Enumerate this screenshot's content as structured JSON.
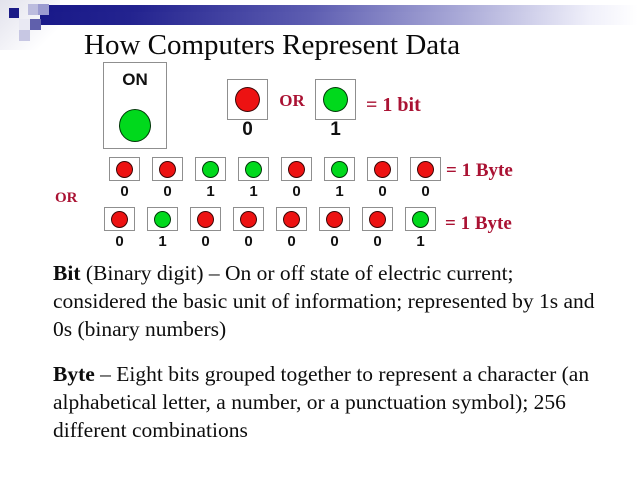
{
  "slide": {
    "title": "How Computers Represent Data"
  },
  "bit_demo": {
    "on_box_label": "ON",
    "or_label": "OR",
    "equals_label": "= 1 bit",
    "options": [
      {
        "value": "0",
        "state": "off"
      },
      {
        "value": "1",
        "state": "on"
      }
    ]
  },
  "byte_section": {
    "or_label": "OR",
    "rows": [
      {
        "bits": [
          "0",
          "0",
          "1",
          "1",
          "0",
          "1",
          "0",
          "0"
        ],
        "equals_label": "= 1 Byte"
      },
      {
        "bits": [
          "0",
          "1",
          "0",
          "0",
          "0",
          "0",
          "0",
          "1"
        ],
        "equals_label": "= 1 Byte"
      }
    ]
  },
  "definitions": [
    {
      "term": "Bit",
      "lines": [
        " (Binary digit) – On or off state of electric current;",
        "considered the basic unit of information; represented by 1s and",
        "0s (binary numbers)"
      ]
    },
    {
      "term": "Byte",
      "lines": [
        " – Eight bits grouped together to represent a character (an",
        "alphabetical letter, a number, or a punctuation symbol); 256",
        "different combinations"
      ]
    }
  ],
  "colors": {
    "bit_on_green": "#00d91c",
    "bit_off_red": "#ed1212",
    "accent_text_red": "#aa1233",
    "banner_navy": "#191989",
    "title_text": "#0a0a0a"
  }
}
